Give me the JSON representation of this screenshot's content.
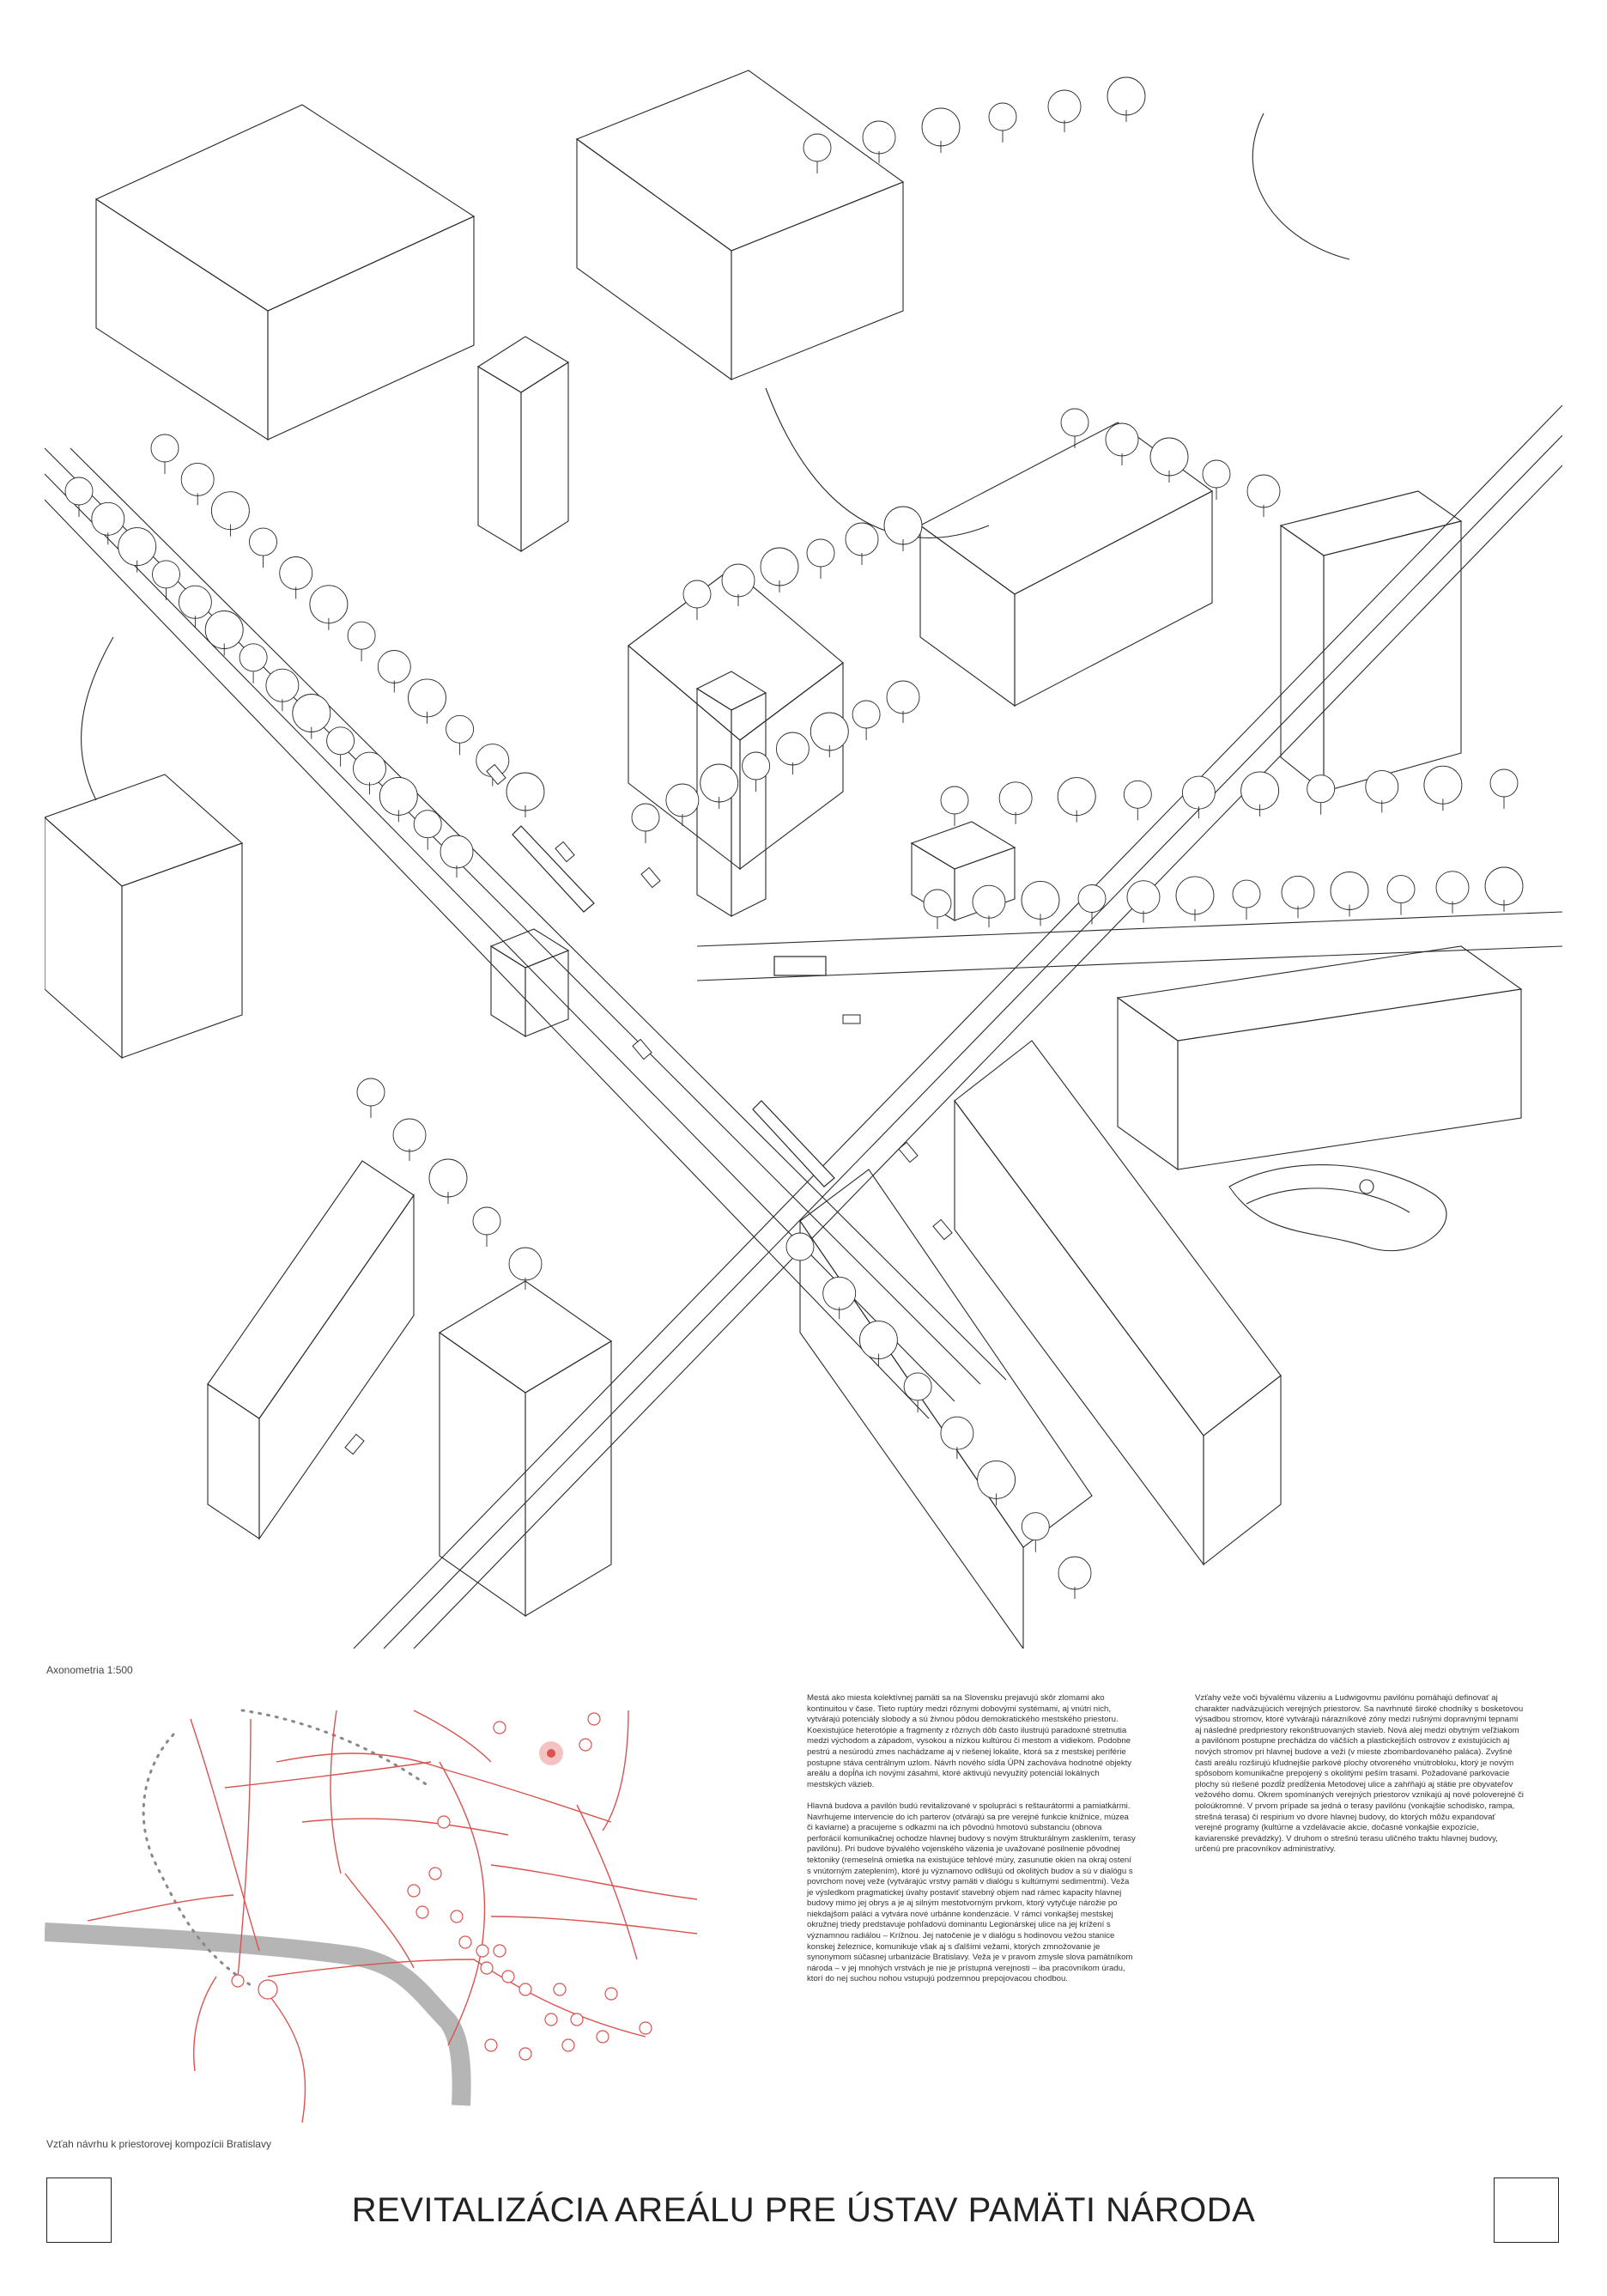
{
  "captions": {
    "axonometry": "Axonometria 1:500",
    "map": "Vzťah návrhu k priestorovej kompozícii Bratislavy"
  },
  "text": {
    "left": [
      "Mestá ako miesta kolektívnej pamäti sa na Slovensku prejavujú skôr zlomami ako kontinuitou v čase. Tieto ruptúry medzi rôznymi dobovými systémami, aj vnútri nich, vytvárajú potenciály slobody a sú živnou pôdou demokratického mestského priestoru. Koexistujúce heterotópie a fragmenty z rôznych dôb často ilustrujú paradoxné stretnutia medzi východom a západom, vysokou a nízkou kultúrou či mestom a vidiekom. Podobne pestrú a nesúrodú zmes nachádzame aj v riešenej lokalite, ktorá sa z mestskej periférie postupne stáva centrálnym uzlom. Návrh nového sídla ÚPN zachováva hodnotné objekty areálu a dopĺňa ich novými zásahmi, ktoré aktivujú nevyužitý potenciál lokálnych mestských väzieb.",
      "Hlavná budova a pavilón budú revitalizované v spolupráci s reštaurátormi a pamiatkármi. Navrhujeme intervencie do ich parterov (otvárajú sa pre verejné funkcie knižnice, múzea či kaviarne) a pracujeme s odkazmi na ich pôvodnú hmotovú substanciu (obnova perforácií komunikačnej ochodze hlavnej budovy s novým štrukturálnym zasklením, terasy pavilónu). Pri budove bývalého vojenského väzenia je uvažované posilnenie pôvodnej tektoniky (remeselná omietka na existujúce tehlové múry, zasunutie okien na okraj ostení s vnútorným zateplením), ktoré ju významovo odlišujú od okolitých budov a sú v dialógu s povrchom novej veže (vytvárajúc vrstvy pamäti v dialógu s kultúrnymi sedimentmi). Veža je výsledkom pragmatickej úvahy postaviť stavebný objem nad rámec kapacity hlavnej budovy mimo jej obrys a je aj silným mestotvorným prvkom, ktorý vytyčuje nárožie po niekdajšom paláci a vytvára nové urbánne kondenzácie. V rámci vonkajšej mestskej okružnej triedy predstavuje pohľadovú dominantu Legionárskej ulice na jej krížení s významnou radiálou – Krížnou. Jej natočenie je v dialógu s hodinovou vežou stanice konskej železnice, komunikuje však aj s ďalšími vežami, ktorých zmnožovanie je synonymom súčasnej urbanizácie Bratislavy. Veža je v pravom zmysle slova pamätníkom národa – v jej mnohých vrstvách je nie je prístupná verejnosti – iba pracovníkom úradu, ktorí do nej suchou nohou vstupujú podzemnou prepojovacou chodbou."
    ],
    "right": [
      "Vzťahy veže voči bývalému väzeniu a Ludwigovmu pavilónu pomáhajú definovať aj charakter nadväzujúcich verejných priestorov. Sa navrhnuté široké chodníky s bosketovou výsadbou stromov, ktoré vytvárajú nárazníkové zóny medzi rušnými dopravnými tepnami aj následné predpriestory rekonštruovaných stavieb. Nová alej medzi obytným veľžiakom a pavilónom postupne prechádza do väčších a plastickejších ostrovov z existujúcich aj nových stromov pri hlavnej budove a veži (v mieste zbombardovaného paláca). Zvyšné časti areálu rozširujú kľudnejšie parkové plochy otvoreného vnútrobloku, ktorý je novým spôsobom komunikačne prepojený s okolitými peším trasami. Požadované parkovacie plochy sú riešené pozdĺž predĺženia Metodovej ulice a zahŕňajú aj státie pre obyvateľov vežového domu. Okrem spomínaných verejných priestorov vznikajú aj nové poloverejné či poloúkromné. V prvom prípade sa jedná o terasy pavilónu (vonkajšie schodisko, rampa, strešná terasa) či respirium vo dvore hlavnej budovy, do ktorých môžu expandovať verejné programy (kultúrne a vzdelávacie akcie, dočasné vonkajšie expozície, kaviarenské prevádzky). V druhom o strešnú terasu uličného traktu hlavnej budovy, určenú pre pracovníkov administratívy."
    ]
  },
  "title": "REVITALIZÁCIA AREÁLU PRE ÚSTAV PAMÄTI NÁRODA",
  "colors": {
    "line": "#2a2a2a",
    "accent": "#d9534f",
    "river": "#b5b5b5"
  },
  "icons": [
    "tree-icon",
    "building-icon",
    "tram-icon",
    "car-icon",
    "landmark-circle-icon"
  ]
}
